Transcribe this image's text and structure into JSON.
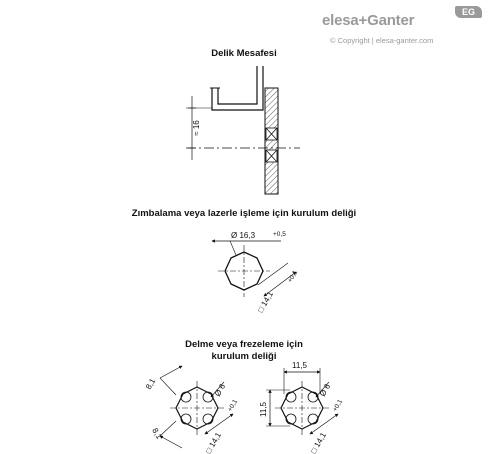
{
  "header": {
    "brand": "elesa+Ganter",
    "badge": "EG",
    "copyright": "© Copyright | elesa-ganter.com"
  },
  "sections": {
    "spacing_title": "Delik Mesafesi",
    "punching_title": "Zımbalama veya lazerle işleme için kurulum deliği",
    "drilling_title_line1": "Delme veya frezeleme için",
    "drilling_title_line2": "kurulum deliği"
  },
  "dimensions": {
    "spacing_label": "≈ 16",
    "punch_diameter": "Ø 16,3",
    "punch_diameter_tol": "+0,5",
    "punch_square": "□ 14,1",
    "punch_square_tol": "+0,1",
    "drill_left_top": "8,1",
    "drill_left_bottom": "8,1",
    "drill_left_diameter": "Ø 6",
    "drill_left_square": "□ 14,1",
    "drill_left_square_tol": "+0,1",
    "drill_right_top": "11,5",
    "drill_right_side": "11,5",
    "drill_right_diameter": "Ø 6",
    "drill_right_square": "□ 14,1",
    "drill_right_square_tol": "+0,1"
  }
}
